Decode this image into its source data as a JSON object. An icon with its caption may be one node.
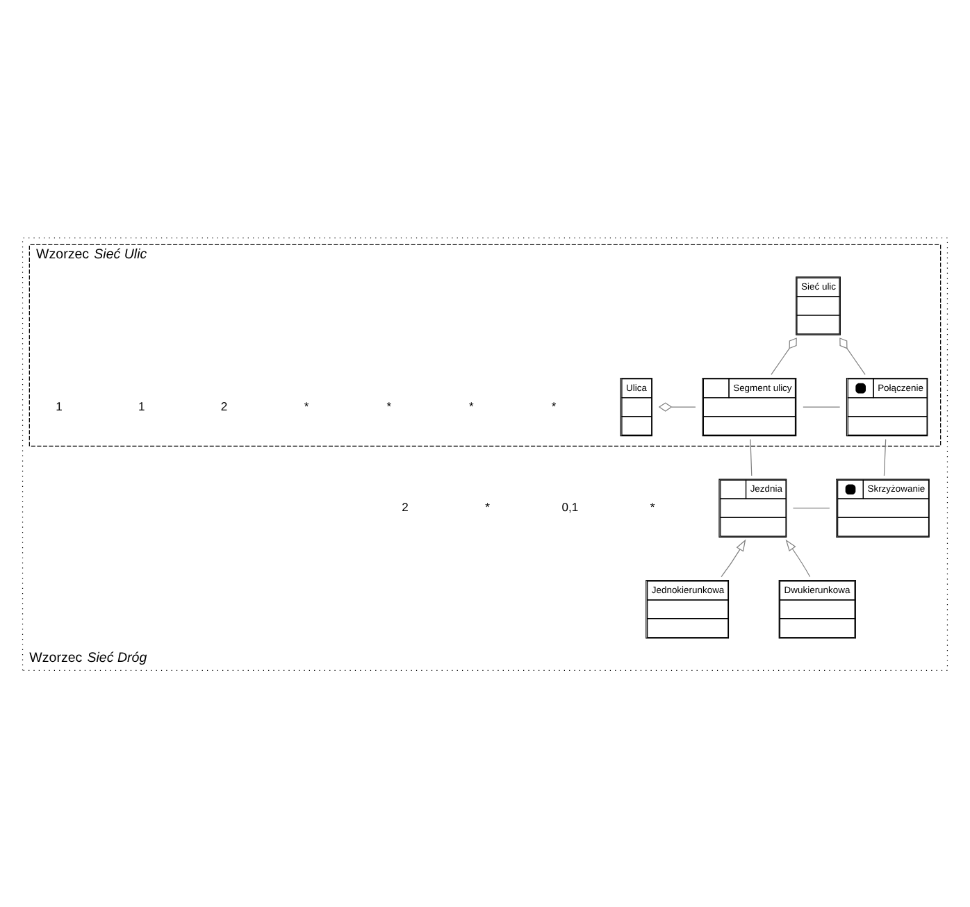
{
  "diagram": {
    "nodes": [
      {
        "text": [
          "Wzorzec *Sieć Dróg*"
        ]
      },
      {
        "text": [
          "Wzorzec *Sieć Ulic*"
        ],
        "in": 0
      },
      {
        "text": [
          "Sieć ulic"
        ],
        "in": 1
      },
      {
        "text": [
          "Ulica"
        ],
        "in": 1
      },
      {
        "text": [
          "Segment ulicy"
        ],
        "in": 1
      },
      {
        "text": [
          "Połączenie"
        ],
        "in": 1
      },
      {
        "text": [
          "Jezdnia"
        ],
        "in": 0
      },
      {
        "text": [
          "Skrzyżowanie"
        ],
        "in": 0
      },
      {
        "text": [
          "Jednokierunkowa"
        ],
        "in": 0
      },
      {
        "text": [
          "Dwukierunkowa"
        ],
        "in": 0
      }
    ],
    "edges": [
      {
        "from": 2,
        "to": 4,
        "arrow": "other"
      },
      {
        "from": 2,
        "to": 5,
        "arrow": "other"
      },
      {
        "from": 3,
        "to": 4,
        "arrow": "other"
      },
      {
        "from": 4,
        "to": 5,
        "arrow": "none"
      },
      {
        "from": 4,
        "to": 6,
        "arrow": "none"
      },
      {
        "from": 5,
        "to": 7,
        "arrow": "none"
      },
      {
        "from": 6,
        "to": 7,
        "arrow": "none"
      },
      {
        "from": 8,
        "to": 6,
        "arrow": "to"
      },
      {
        "from": 9,
        "to": 6,
        "arrow": "to"
      }
    ],
    "labels": [
      "*",
      "*",
      "*",
      "*",
      "2",
      "1",
      "1",
      "*",
      "0,1",
      "*",
      "2"
    ]
  }
}
